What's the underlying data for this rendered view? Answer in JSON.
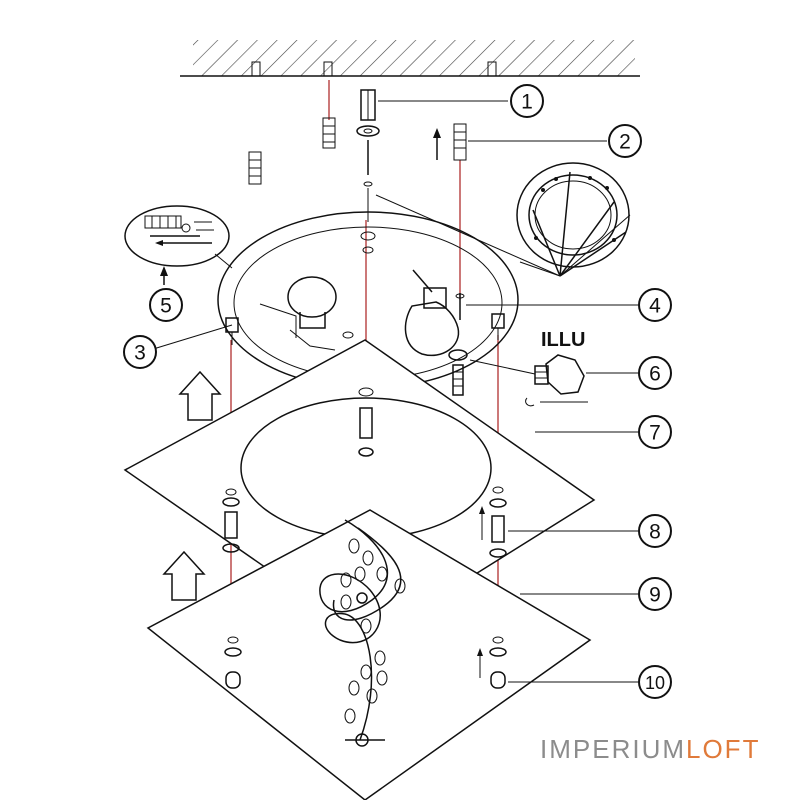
{
  "callouts": [
    {
      "label": "1"
    },
    {
      "label": "2"
    },
    {
      "label": "3"
    },
    {
      "label": "4"
    },
    {
      "label": "5"
    },
    {
      "label": "6"
    },
    {
      "label": "7"
    },
    {
      "label": "8"
    },
    {
      "label": "9"
    },
    {
      "label": "10"
    }
  ],
  "bulb_label": "ILLU",
  "watermark": {
    "part1": "IMPERIUM",
    "part2": "LOFT"
  }
}
